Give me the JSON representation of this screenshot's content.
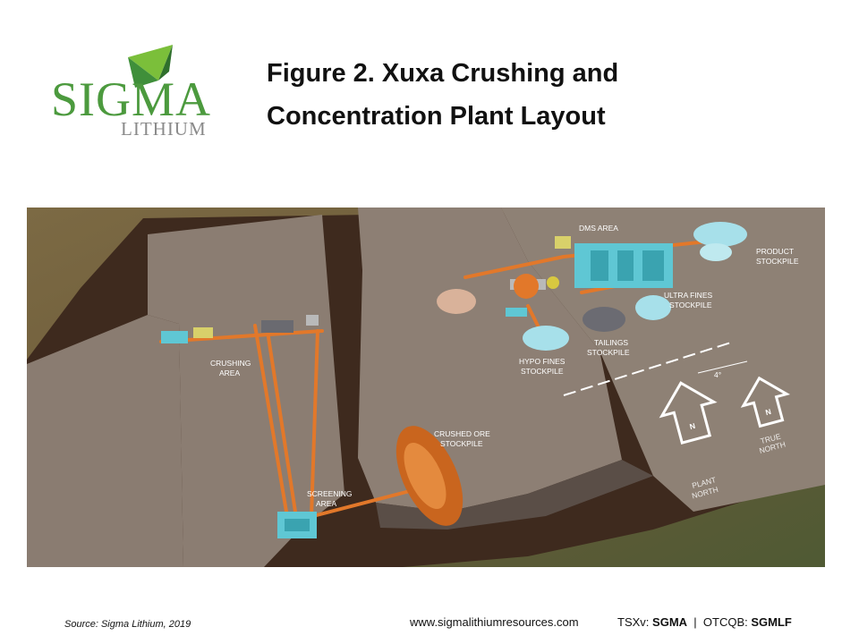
{
  "logo": {
    "word": "SIGMA",
    "sub": "LITHIUM",
    "color": "#4c9a3e"
  },
  "title": {
    "line1": "Figure 2. Xuxa Crushing and",
    "line2": "Concentration Plant Layout"
  },
  "diagram": {
    "labels": {
      "dms": "DMS AREA",
      "product": [
        "PRODUCT",
        "STOCKPILE"
      ],
      "ultra": [
        "ULTRA FINES",
        "STOCKPILE"
      ],
      "tailings": [
        "TAILINGS",
        "STOCKPILE"
      ],
      "hypo": [
        "HYPO FINES",
        "STOCKPILE"
      ],
      "crushing": [
        "CRUSHING",
        "AREA"
      ],
      "crushed_ore": [
        "CRUSHED ORE",
        "STOCKPILE"
      ],
      "screening": [
        "SCREENING",
        "AREA"
      ],
      "plant_north": [
        "PLANT",
        "NORTH"
      ],
      "true_north": [
        "TRUE",
        "NORTH"
      ],
      "angle": "4°"
    },
    "colors": {
      "conveyor": "#e2782a",
      "equipment": "#5fc7d4",
      "pad": "#8b7d72",
      "ground": "#3e2a1e"
    }
  },
  "footer": {
    "source": "Source:  Sigma Lithium, 2019",
    "url": "www.sigmalithiumresources.com",
    "tsx_label": "TSXv:",
    "tsx_symbol": "SGMA",
    "sep": "|",
    "otc_label": "OTCQB:",
    "otc_symbol": "SGMLF"
  }
}
